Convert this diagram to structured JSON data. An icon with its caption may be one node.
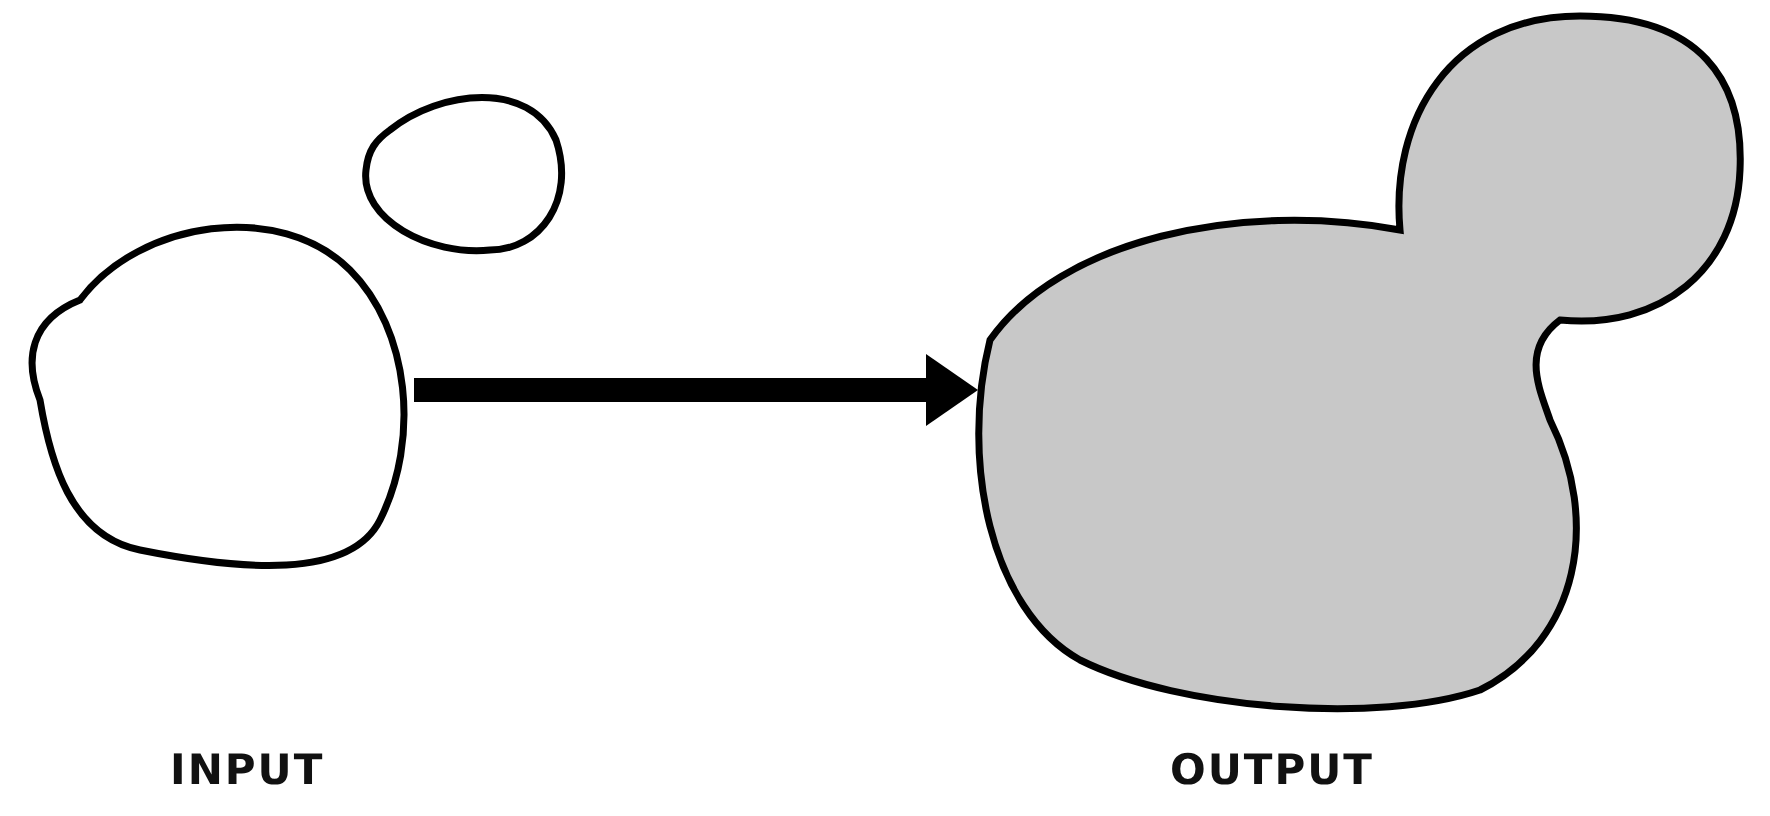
{
  "diagram": {
    "nodes": [
      {
        "text": [],
        "shape": "polygon"
      },
      {
        "text": [],
        "shape": "polygon"
      }
    ],
    "edges": [
      {
        "from": 0,
        "to": 1,
        "arrow": "to"
      }
    ],
    "labels": [
      "INPUT",
      "OUTPUT"
    ]
  }
}
